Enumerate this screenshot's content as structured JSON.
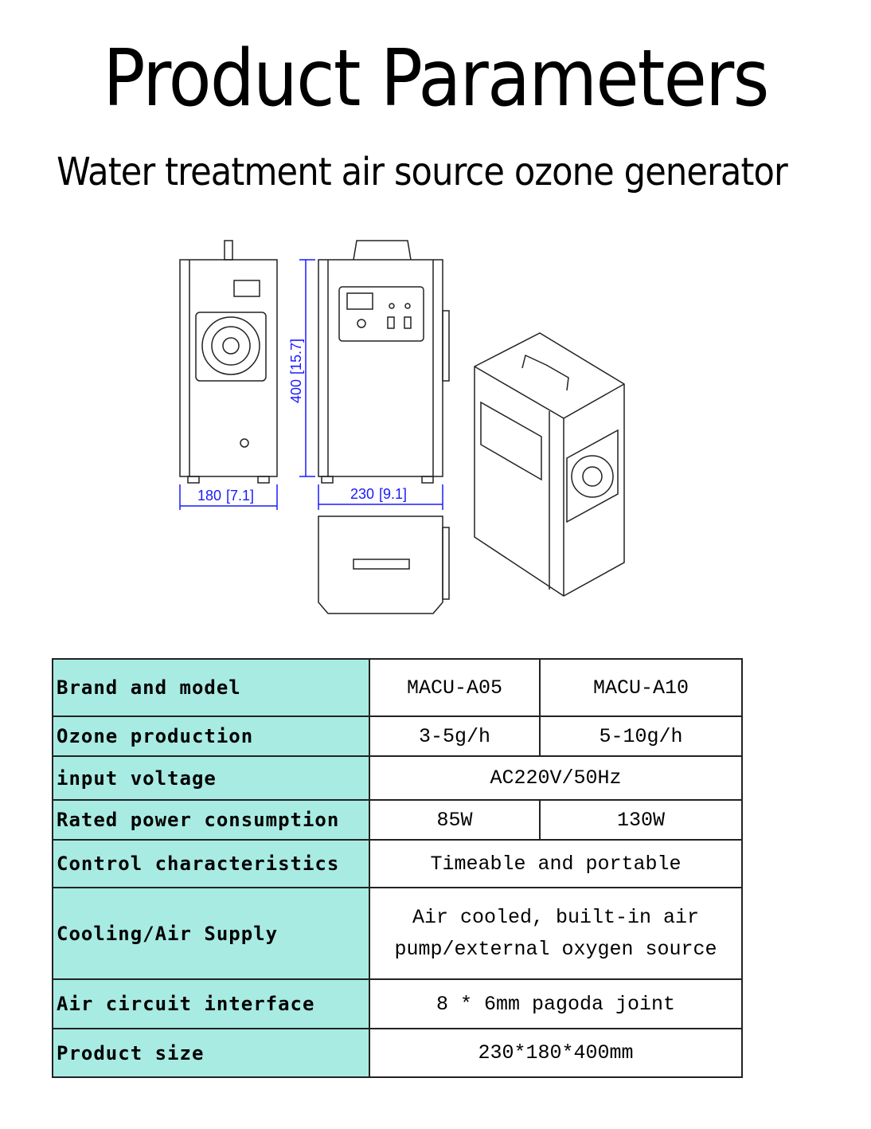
{
  "title": "Product Parameters",
  "subtitle": "Water treatment air source ozone generator",
  "drawing": {
    "width": "180",
    "width_in": "[7.1]",
    "depth": "230",
    "depth_in": "[9.1]",
    "height": "400",
    "height_in": "[15.7]",
    "dim_color": "#1a1aff"
  },
  "table": {
    "header_bg": "#a8ebe3",
    "rows": [
      {
        "label": "Brand and model",
        "a": "MACU-A05",
        "b": "MACU-A10"
      },
      {
        "label": "Ozone production",
        "a": "3-5g/h",
        "b": "5-10g/h"
      },
      {
        "label": "input voltage",
        "v": "AC220V/50Hz"
      },
      {
        "label": "Rated power consumption",
        "a": "85W",
        "b": "130W"
      },
      {
        "label": "Control characteristics",
        "v": "Timeable and portable"
      },
      {
        "label": "Cooling/Air Supply",
        "v1": "Air cooled, built-in air",
        "v2": "pump/external oxygen source"
      },
      {
        "label": "Air circuit interface",
        "v": "8 * 6mm pagoda joint"
      },
      {
        "label": "Product size",
        "v": "230*180*400mm"
      }
    ]
  }
}
